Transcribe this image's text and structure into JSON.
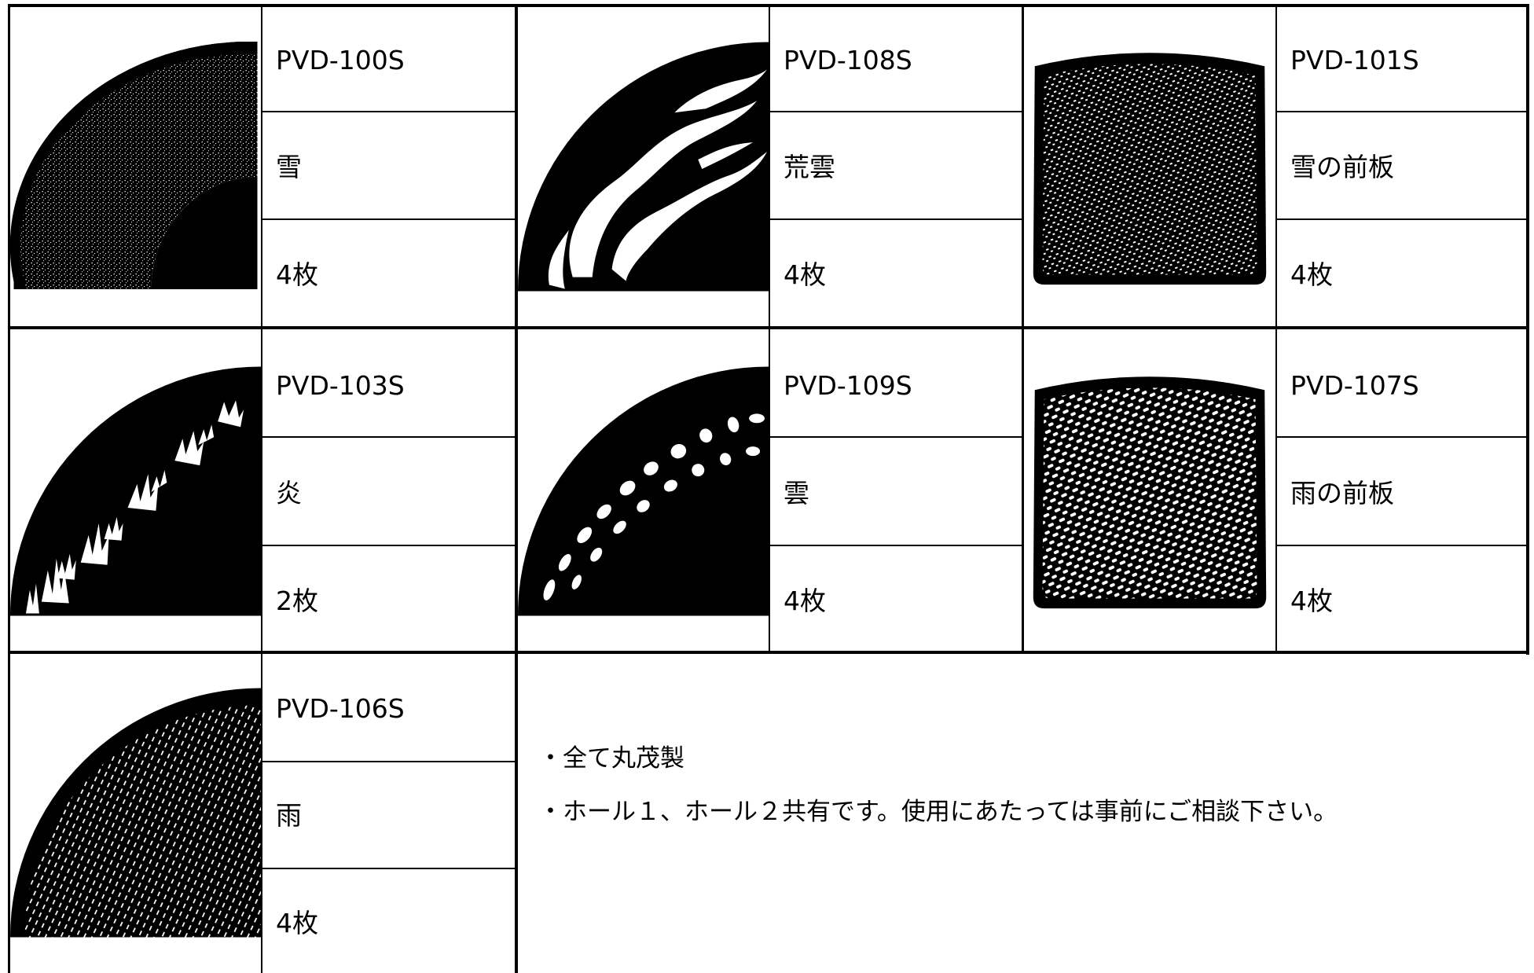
{
  "items": [
    {
      "code": "PVD-100S",
      "name": "雪",
      "qty": "4枚",
      "thumb": "quarter-circle-snow"
    },
    {
      "code": "PVD-108S",
      "name": "荒雲",
      "qty": "4枚",
      "thumb": "quarter-circle-rough-clouds"
    },
    {
      "code": "PVD-101S",
      "name": "雪の前板",
      "qty": "4枚",
      "thumb": "square-plate-snow"
    },
    {
      "code": "PVD-103S",
      "name": "炎",
      "qty": "2枚",
      "thumb": "quarter-circle-flame"
    },
    {
      "code": "PVD-109S",
      "name": "雲",
      "qty": "4枚",
      "thumb": "quarter-circle-clouds"
    },
    {
      "code": "PVD-107S",
      "name": "雨の前板",
      "qty": "4枚",
      "thumb": "square-plate-rain"
    },
    {
      "code": "PVD-106S",
      "name": "雨",
      "qty": "4枚",
      "thumb": "quarter-circle-rain"
    }
  ],
  "notes": [
    "・全て丸茂製",
    "・ホール１、ホール２共有です。使用にあたっては事前にご相談下さい。"
  ]
}
